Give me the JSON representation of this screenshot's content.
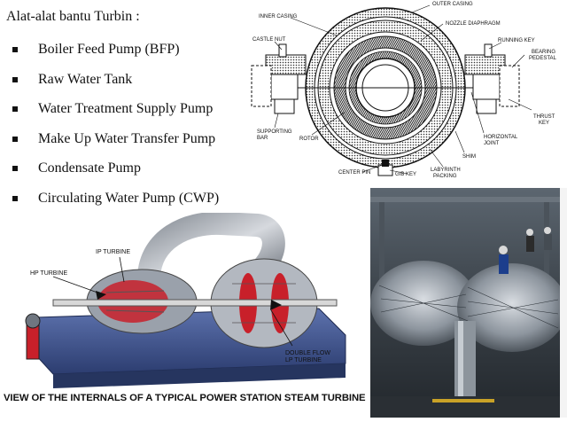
{
  "slide": {
    "heading": "Alat-alat bantu Turbin :",
    "items": [
      "Boiler Feed Pump (BFP)",
      "Raw Water Tank",
      "Water Treatment Supply Pump",
      "Make Up Water Transfer Pump",
      "Condensate Pump",
      "Circulating Water Pump (CWP)"
    ]
  },
  "cross_section": {
    "labels": {
      "outer_casing": "OUTER CASING",
      "inner_casing": "INNER CASING",
      "nozzle_diaphragm": "NOZZLE DIAPHRAGM",
      "castle_nut": "CASTLE NUT",
      "running_key": "RUNNING KEY",
      "bearing_pedestal_1": "BEARING",
      "bearing_pedestal_2": "PEDESTAL",
      "thrust_key_1": "THRUST",
      "thrust_key_2": "KEY",
      "supporting_bar_1": "SUPPORTING",
      "supporting_bar_2": "BAR",
      "horizontal_joint_1": "HORIZONTAL",
      "horizontal_joint_2": "JOINT",
      "rotor": "ROTOR",
      "shim": "SHIM",
      "center_pin": "CENTER PIN",
      "gib_key": "GIB KEY",
      "labyrinth_packing_1": "LABYRINTH",
      "labyrinth_packing_2": "PACKING"
    }
  },
  "cutaway": {
    "labels": {
      "hp_turbine": "HP TURBINE",
      "ip_turbine": "IP TURBINE",
      "lp_turbine_1": "DOUBLE FLOW",
      "lp_turbine_2": "LP TURBINE"
    },
    "caption": "VIEW OF THE INTERNALS OF A TYPICAL POWER STATION STEAM TURBINE"
  },
  "colors": {
    "machine_blue": "#3b4f8c",
    "machine_gray": "#a9adb5",
    "accent_red": "#c8202a"
  }
}
